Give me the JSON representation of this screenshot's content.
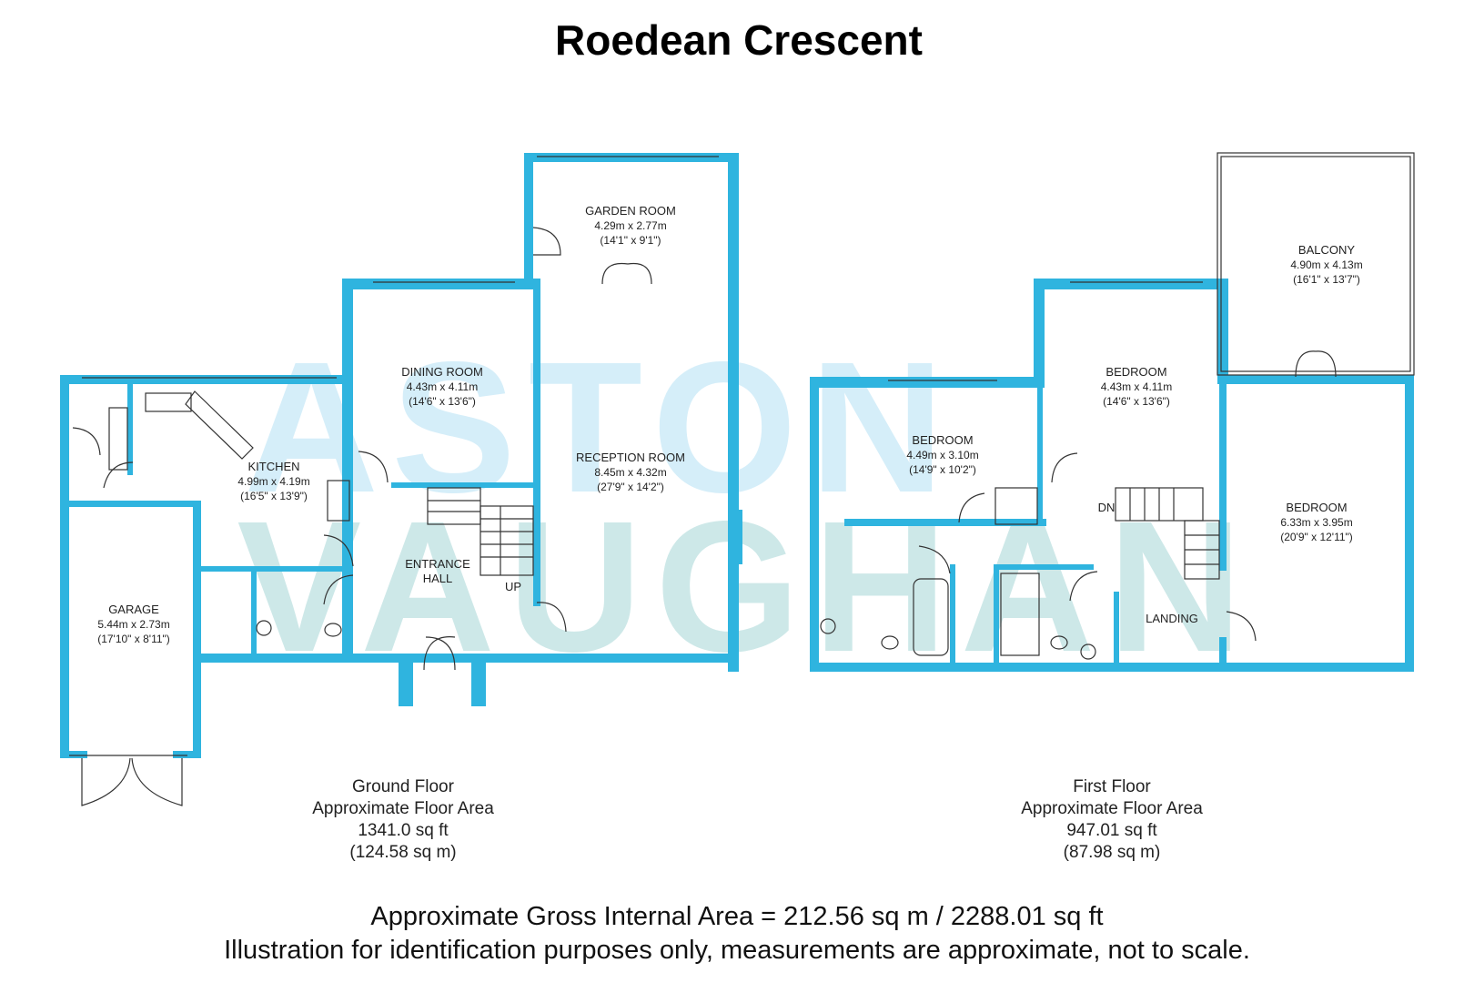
{
  "title": "Roedean Crescent",
  "watermark": {
    "line1": "ASTON",
    "line2": "VAUGHAN"
  },
  "colors": {
    "wall": "#2fb4df",
    "line": "#333333",
    "watermark1": "#d5eef9",
    "watermark2": "#cde8e8"
  },
  "ground_floor": {
    "rooms": {
      "garden_room": {
        "name": "GARDEN ROOM",
        "dims_m": "4.29m x 2.77m",
        "dims_ft": "(14'1\" x 9'1\")"
      },
      "dining_room": {
        "name": "DINING ROOM",
        "dims_m": "4.43m x 4.11m",
        "dims_ft": "(14'6\" x 13'6\")"
      },
      "reception_room": {
        "name": "RECEPTION ROOM",
        "dims_m": "8.45m x 4.32m",
        "dims_ft": "(27'9\" x 14'2\")"
      },
      "kitchen": {
        "name": "KITCHEN",
        "dims_m": "4.99m x 4.19m",
        "dims_ft": "(16'5\" x 13'9\")"
      },
      "garage": {
        "name": "GARAGE",
        "dims_m": "5.44m x 2.73m",
        "dims_ft": "(17'10\" x 8'11\")"
      },
      "entrance_hall": {
        "name_line1": "ENTRANCE",
        "name_line2": "HALL"
      }
    },
    "stairs_label": "UP",
    "caption": {
      "floor": "Ground Floor",
      "label": "Approximate Floor Area",
      "sqft": "1341.0 sq ft",
      "sqm": "(124.58 sq m)"
    }
  },
  "first_floor": {
    "rooms": {
      "balcony": {
        "name": "BALCONY",
        "dims_m": "4.90m x 4.13m",
        "dims_ft": "(16'1\" x 13'7\")"
      },
      "bedroom_middle": {
        "name": "BEDROOM",
        "dims_m": "4.43m x 4.11m",
        "dims_ft": "(14'6\" x 13'6\")"
      },
      "bedroom_left": {
        "name": "BEDROOM",
        "dims_m": "4.49m x 3.10m",
        "dims_ft": "(14'9\" x 10'2\")"
      },
      "bedroom_right": {
        "name": "BEDROOM",
        "dims_m": "6.33m x 3.95m",
        "dims_ft": "(20'9\" x 12'11\")"
      },
      "landing": {
        "name": "LANDING"
      }
    },
    "stairs_label": "DN",
    "caption": {
      "floor": "First Floor",
      "label": "Approximate Floor Area",
      "sqft": "947.01 sq ft",
      "sqm": "(87.98 sq m)"
    }
  },
  "footer": {
    "gross_area": "Approximate Gross Internal Area = 212.56 sq m / 2288.01 sq ft",
    "disclaimer": "Illustration for identification purposes only, measurements are approximate, not to scale."
  }
}
